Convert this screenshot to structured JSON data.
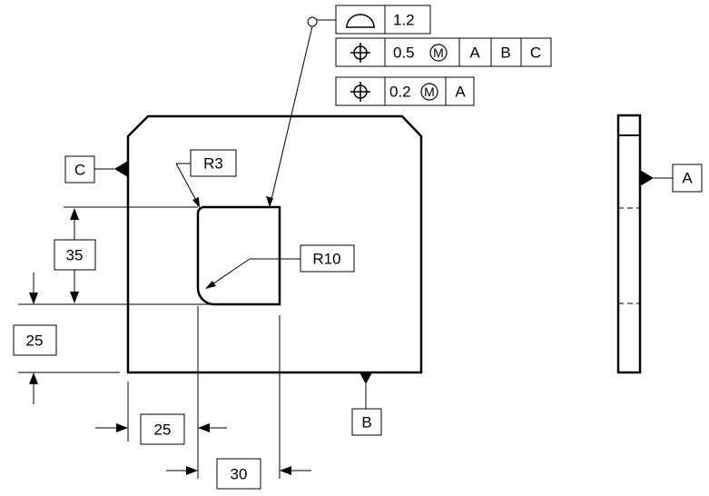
{
  "feature_control_frames": {
    "profile": {
      "tolerance": "1.2"
    },
    "position_main": {
      "tolerance": "0.5",
      "modifier": "M",
      "datums": [
        "A",
        "B",
        "C"
      ]
    },
    "position_secondary": {
      "tolerance": "0.2",
      "modifier": "M",
      "datums": [
        "A"
      ]
    }
  },
  "datum_labels": {
    "a": "A",
    "b": "B",
    "c": "C"
  },
  "radius_labels": {
    "r3": "R3",
    "r10": "R10"
  },
  "dimensions": {
    "height_35": "35",
    "height_25": "25",
    "width_25": "25",
    "width_30": "30"
  },
  "icons": [
    "profile-of-surface-symbol",
    "position-symbol",
    "circle-indicator",
    "datum-triangle"
  ]
}
